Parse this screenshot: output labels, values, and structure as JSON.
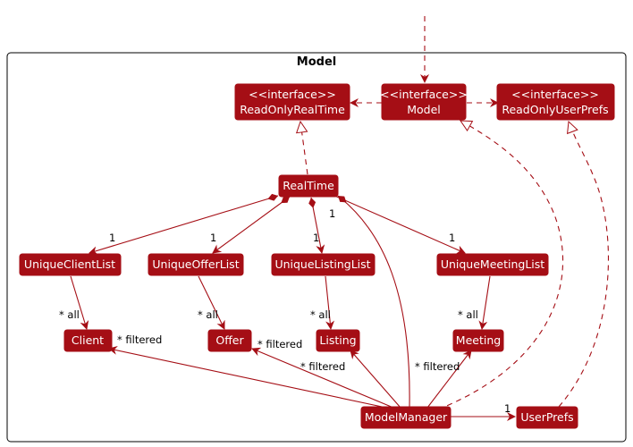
{
  "package": {
    "title": "Model"
  },
  "nodes": {
    "readonly_realtime": {
      "stereotype": "<<interface>>",
      "name": "ReadOnlyRealTime"
    },
    "model": {
      "stereotype": "<<interface>>",
      "name": "Model"
    },
    "readonly_userprefs": {
      "stereotype": "<<interface>>",
      "name": "ReadOnlyUserPrefs"
    },
    "realtime": {
      "name": "RealTime"
    },
    "unique_client_list": {
      "name": "UniqueClientList"
    },
    "unique_offer_list": {
      "name": "UniqueOfferList"
    },
    "unique_listing_list": {
      "name": "UniqueListingList"
    },
    "unique_meeting_list": {
      "name": "UniqueMeetingList"
    },
    "client": {
      "name": "Client"
    },
    "offer": {
      "name": "Offer"
    },
    "listing": {
      "name": "Listing"
    },
    "meeting": {
      "name": "Meeting"
    },
    "model_manager": {
      "name": "ModelManager"
    },
    "user_prefs": {
      "name": "UserPrefs"
    }
  },
  "labels": {
    "rt_client_mult": "1",
    "rt_offer_mult": "1",
    "rt_listing_mult": "1",
    "rt_meeting_mult": "1",
    "rt_manager_mult": "1",
    "client_all": "* all",
    "offer_all": "* all",
    "listing_all": "* all",
    "meeting_all": "* all",
    "client_filtered": "* filtered",
    "offer_filtered": "* filtered",
    "listing_filtered": "* filtered",
    "meeting_filtered": "* filtered",
    "userprefs_mult": "1"
  },
  "colors": {
    "node_fill": "#a50e15",
    "edge": "#a50e15",
    "node_text": "#ffffff"
  }
}
